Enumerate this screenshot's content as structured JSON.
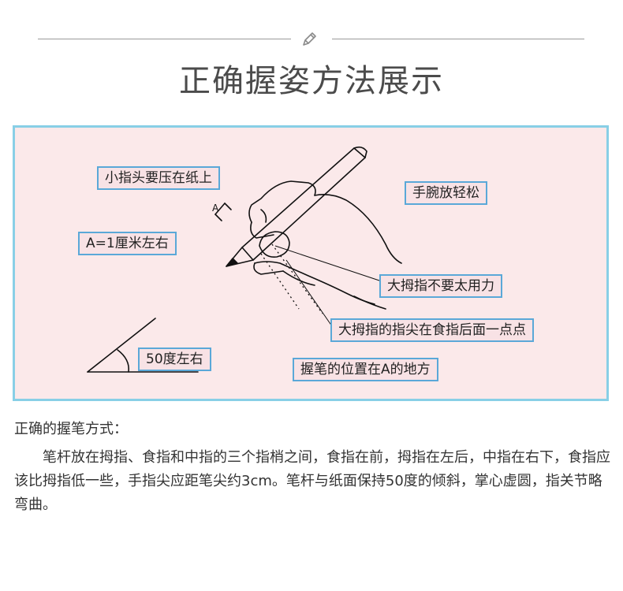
{
  "header": {
    "title": "正确握姿方法展示",
    "icon": "pencil-icon"
  },
  "panel": {
    "background": "#fbe9ea",
    "border_color": "#88cfe6",
    "illustration_letter": "A",
    "labels": {
      "pinky": "小指头要压在纸上",
      "wrist": "手腕放轻松",
      "a_distance": "A=1厘米左右",
      "thumb_force": "大拇指不要太用力",
      "thumb_tip": "大拇指的指尖在食指后面一点点",
      "angle": "50度左右",
      "grip_position": "握笔的位置在A的地方"
    }
  },
  "description": {
    "heading": "正确的握笔方式：",
    "paragraph": "笔杆放在拇指、食指和中指的三个指梢之间，食指在前，拇指在左后，中指在右下，食指应该比拇指低一些，手指尖应距笔尖约3cm。笔杆与纸面保持50度的倾斜，掌心虚圆，指关节略弯曲。"
  }
}
